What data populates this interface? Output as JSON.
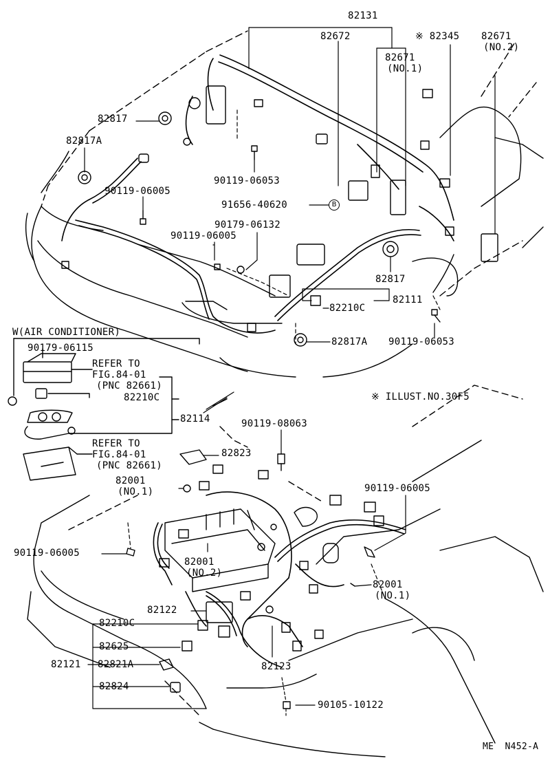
{
  "upper": {
    "p82131": "82131",
    "p82672": "82672",
    "p82345": "※ 82345",
    "p82671_no2": "82671",
    "no2_a": "(NO.2)",
    "p82671_no1": "82671",
    "no1_a": "(NO.1)",
    "p82817_top": "82817",
    "p82817A_top": "82817A",
    "p90119_06053_a": "90119-06053",
    "p90119_06005_a": "90119-06005",
    "p91656": "91656-40620",
    "marker_b": "B",
    "p90179_06132": "90179-06132",
    "p90119_06005_b": "90119-06005",
    "p82817_right": "82817",
    "p82210C": "82210C",
    "p82111": "82111",
    "p82817A_bottom": "82817A",
    "p90119_06053_b": "90119-06053"
  },
  "middle": {
    "w_header": "W(AIR CONDITIONER)",
    "p90179_06115": "90179-06115",
    "refer1_a": "REFER TO",
    "refer1_b": "FIG.84-01",
    "refer1_c": "(PNC 82661)",
    "p82210C": "82210C",
    "p82114": "82114",
    "refer2_a": "REFER TO",
    "refer2_b": "FIG.84-01",
    "refer2_c": "(PNC 82661)",
    "illust_note": "※ ILLUST.NO.30F5"
  },
  "lower": {
    "p90119_08063": "90119-08063",
    "p82823": "82823",
    "p82001_no1_a": "82001",
    "no1_a": "(NO.1)",
    "p90119_06005_right": "90119-06005",
    "p90119_06005_left": "90119-06005",
    "p82001_no2": "82001",
    "no2": "(NO.2)",
    "p82001_no1_b": "82001",
    "no1_b": "(NO.1)",
    "p82122": "82122",
    "p82210C": "82210C",
    "p82625": "82625",
    "p82121": "82121",
    "p82821A": "82821A",
    "p82824": "82824",
    "p82123": "82123",
    "p90105_10122": "90105-10122"
  },
  "footer": {
    "code": "ME  N452-A"
  }
}
